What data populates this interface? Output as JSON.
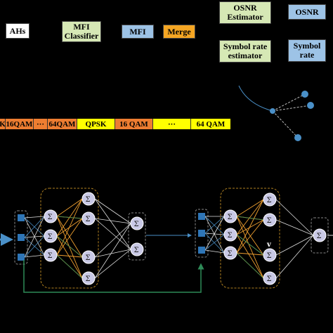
{
  "legend": {
    "ahs": "AHs",
    "mfi_classifier": [
      "MFI",
      "Classifier"
    ],
    "mfi": "MFI",
    "merge": "Merge",
    "osnr_estimator": [
      "OSNR",
      "Estimator"
    ],
    "osnr": "OSNR",
    "symbol_rate_estimator": [
      "Symbol rate",
      "estimator"
    ],
    "symbol_rate": [
      "Symbol",
      "rate"
    ]
  },
  "sequence": [
    "K",
    "16QAM",
    "···",
    "64QAM",
    "QPSK",
    "16 QAM",
    "···",
    "64 QAM"
  ],
  "network": {
    "neuron_symbol": "Σ",
    "v_label": "v"
  },
  "colors": {
    "background": "#000000",
    "ahs_fill": "#ffffff",
    "mfi_classifier_fill": "#d6e8b5",
    "mfi_fill": "#9dc3e6",
    "merge_fill": "#f5a623",
    "osnr_estimator_fill": "#d6e8b5",
    "osnr_fill": "#9dc3e6",
    "seq_orange": "#ed7d31",
    "seq_yellow": "#ffff00",
    "node_fill": "#c9c9e6",
    "input_square": "#2e75b6",
    "edge_white": "#e0e0e0",
    "edge_orange": "#f0a030",
    "edge_green": "#2e8b57",
    "edge_blue": "#4a90c8",
    "dashed_orange": "#b08020",
    "dashed_grey": "#888888"
  }
}
